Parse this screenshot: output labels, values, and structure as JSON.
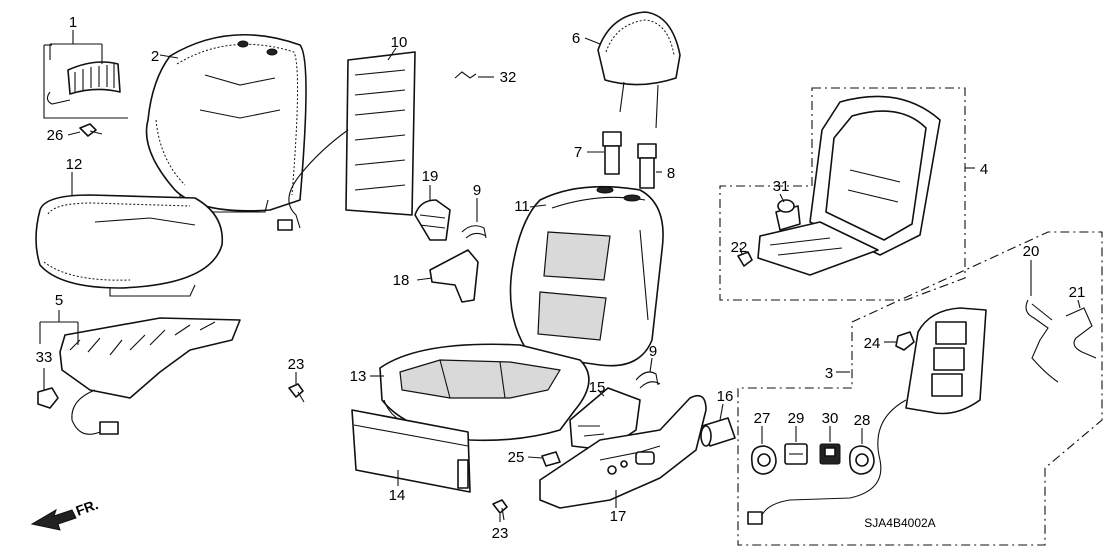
{
  "diagram_code": "SJA4B4002A",
  "front_label": "FR.",
  "callouts": [
    "1",
    "2",
    "3",
    "4",
    "5",
    "6",
    "7",
    "8",
    "9",
    "9",
    "10",
    "11",
    "12",
    "13",
    "14",
    "15",
    "16",
    "17",
    "18",
    "19",
    "20",
    "21",
    "22",
    "23",
    "23",
    "24",
    "25",
    "26",
    "27",
    "28",
    "29",
    "30",
    "31",
    "32",
    "33"
  ],
  "icons": {
    "front_arrow": "front-direction-arrow-icon"
  }
}
